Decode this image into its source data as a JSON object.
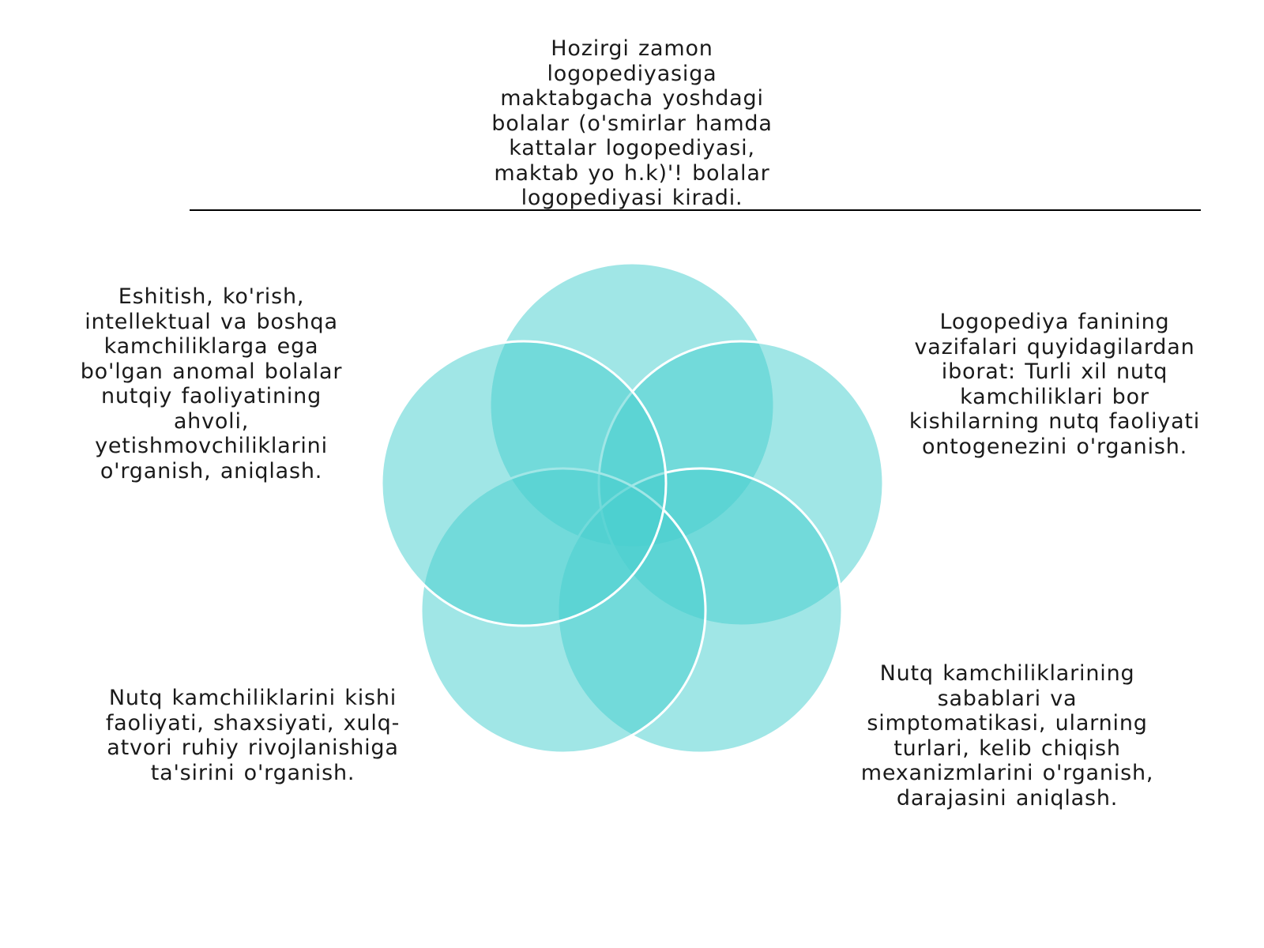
{
  "colors": {
    "circle_fill": "#49cfcf",
    "circle_stroke": "#ffffff",
    "text": "#1a1a1a",
    "divider": "#000000"
  },
  "top_note": "Hozirgi zamon\nlogopediyasiga\nmaktabgacha yoshdagi\nbolalar (o'smirlar hamda\nkattalar logopediyasi,\nmaktab yo h.k)'! bolalar\nlogopediyasi kiradi.",
  "items": {
    "left": "Eshitish, ko'rish,\nintellektual va boshqa\nkamchiliklarga ega\nbo'lgan anomal bolalar\nnutqiy faoliyatining\nahvoli,\nyetishmovchiliklarini\no'rganish, aniqlash.",
    "right": "Logopediya fanining\nvazifalari quyidagilardan\niborat: Turli xil nutq\nkamchiliklari bor\nkishilarning nutq faoliyati\nontogenezini o'rganish.",
    "bottom_left": "Nutq kamchiliklarini kishi\nfaoliyati, shaxsiyati, xulq-\natvori ruhiy rivojlanishiga\nta'sirini o'rganish.",
    "bottom_right": "Nutq kamchiliklarining\nsabablari va\nsimptomatikasi, ularning\nturlari, kelib chiqish\nmexanizmlarini o'rganish,\ndarajasini aniqlash."
  }
}
